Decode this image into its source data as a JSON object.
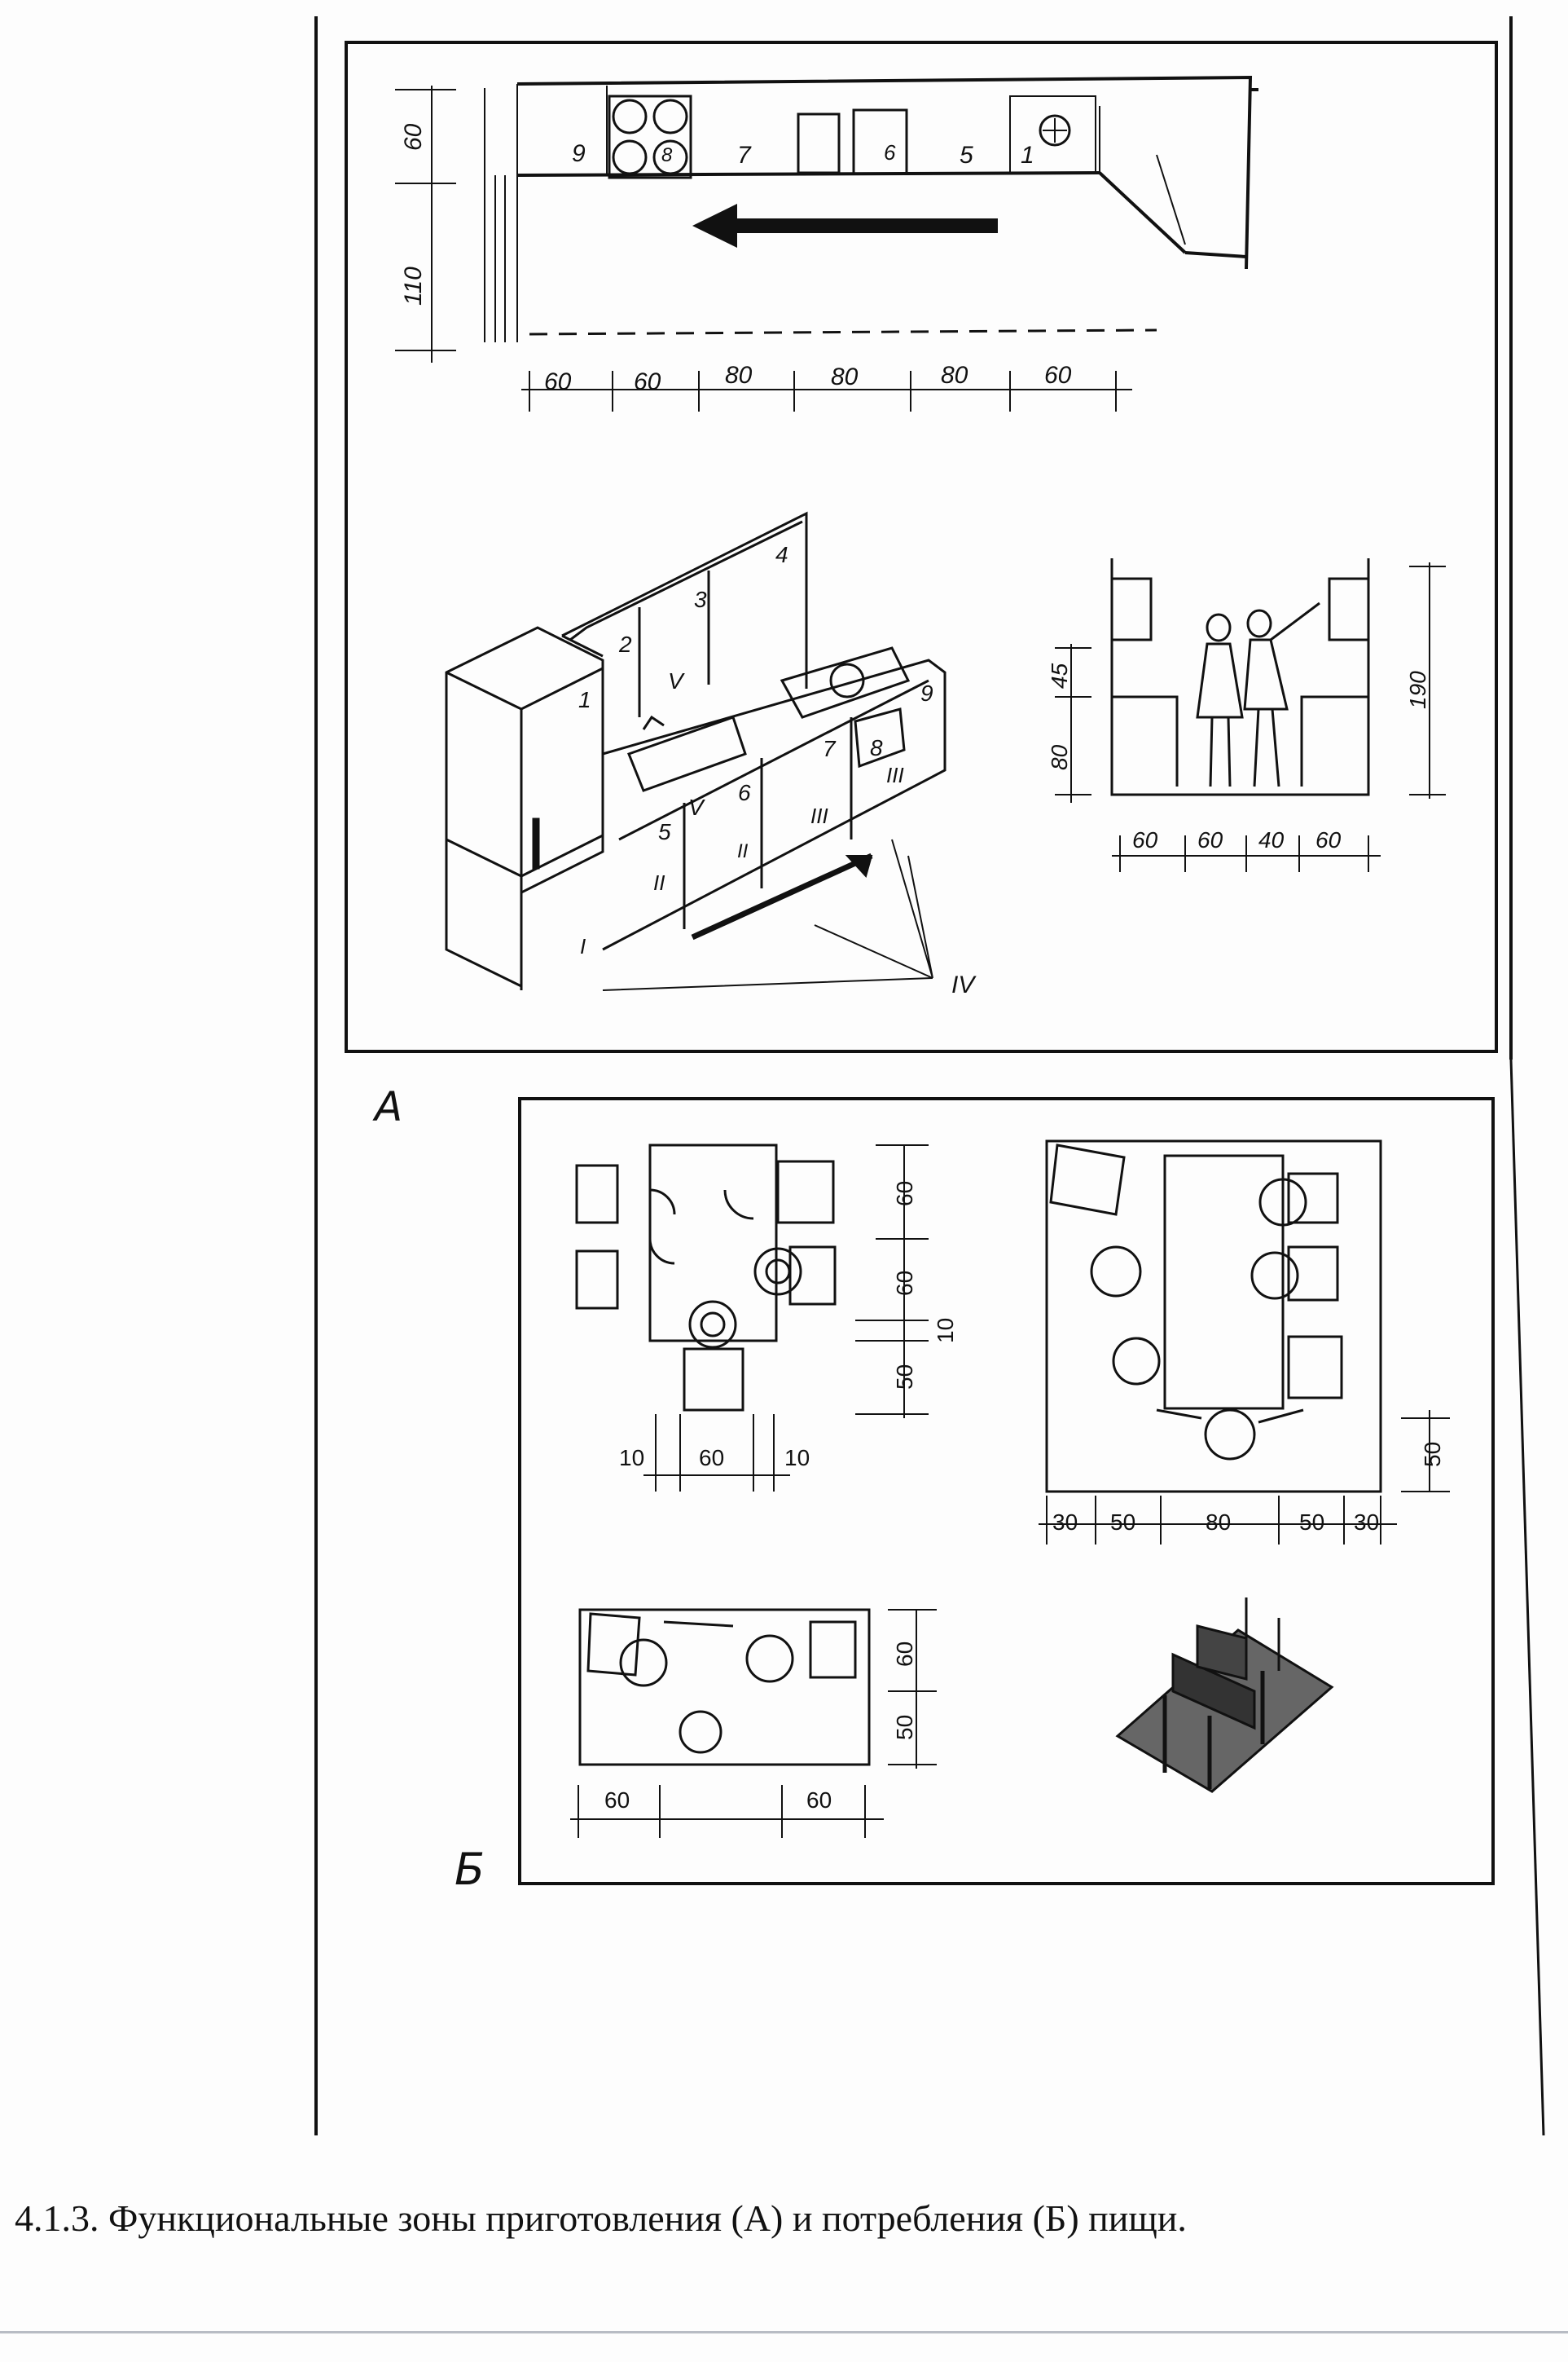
{
  "panel_a": {
    "label": "А",
    "plan": {
      "numbers": [
        "9",
        "8",
        "7",
        "6",
        "5",
        "1"
      ],
      "dim_vertical": [
        "60",
        "110"
      ],
      "dim_horizontal": [
        "60",
        "60",
        "80",
        "80",
        "80",
        "60"
      ]
    },
    "isometric": {
      "cabinet_numbers": [
        "1",
        "2",
        "3",
        "4",
        "5",
        "6",
        "7",
        "8",
        "9"
      ],
      "zone_numerals": [
        "I",
        "II",
        "III",
        "III",
        "IV",
        "V",
        "V",
        "II"
      ]
    },
    "section": {
      "dim_vertical": [
        "45",
        "80"
      ],
      "dim_total": "190",
      "dim_horizontal": [
        "60",
        "60",
        "40",
        "60"
      ]
    }
  },
  "panel_b": {
    "label": "Б",
    "table1": {
      "dims_right": [
        "60",
        "60",
        "10",
        "50"
      ],
      "dims_bottom": [
        "10",
        "60",
        "10"
      ]
    },
    "table2": {
      "dims_bottom": [
        "30",
        "50",
        "80",
        "50",
        "30"
      ],
      "dim_right": "50"
    },
    "table3": {
      "dims_right": [
        "60",
        "50"
      ],
      "dims_bottom": [
        "60",
        "60"
      ]
    }
  },
  "caption": "4.1.3. Функциональные зоны приготовления (А) и потребления (Б) пищи."
}
